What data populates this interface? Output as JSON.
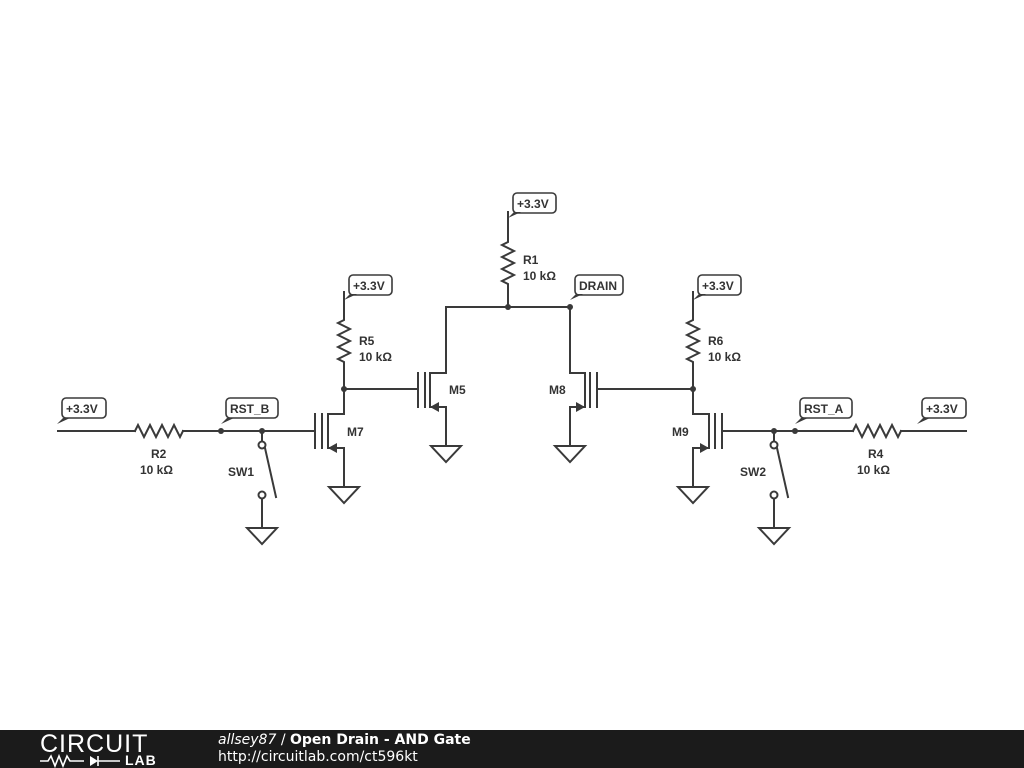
{
  "schematic": {
    "ports": {
      "vcc_r1": "+3.3V",
      "vcc_r5": "+3.3V",
      "vcc_r6": "+3.3V",
      "vcc_r2": "+3.3V",
      "vcc_r4": "+3.3V",
      "drain": "DRAIN",
      "rst_b": "RST_B",
      "rst_a": "RST_A"
    },
    "components": {
      "r1": {
        "name": "R1",
        "value": "10 kΩ"
      },
      "r2": {
        "name": "R2",
        "value": "10 kΩ"
      },
      "r4": {
        "name": "R4",
        "value": "10 kΩ"
      },
      "r5": {
        "name": "R5",
        "value": "10 kΩ"
      },
      "r6": {
        "name": "R6",
        "value": "10 kΩ"
      },
      "m5": {
        "name": "M5"
      },
      "m7": {
        "name": "M7"
      },
      "m8": {
        "name": "M8"
      },
      "m9": {
        "name": "M9"
      },
      "sw1": {
        "name": "SW1"
      },
      "sw2": {
        "name": "SW2"
      }
    }
  },
  "footer": {
    "logo_top": "CIRCUIT",
    "logo_bottom": "LAB",
    "author": "allsey87",
    "separator": " / ",
    "title": "Open Drain - AND Gate",
    "url": "http://circuitlab.com/ct596kt"
  }
}
